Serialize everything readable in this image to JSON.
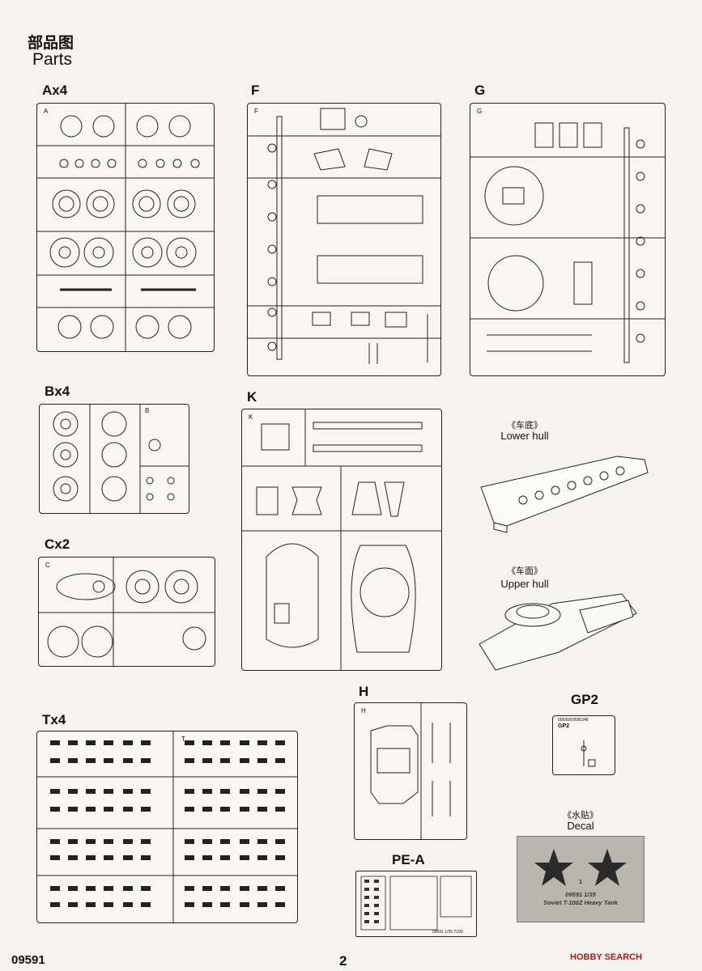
{
  "header": {
    "title_cn": "部品图",
    "title_en": "Parts"
  },
  "sprues": {
    "A": {
      "label": "Ax4",
      "tag": "A"
    },
    "F": {
      "label": "F",
      "tag": "F"
    },
    "G": {
      "label": "G",
      "tag": "G"
    },
    "B": {
      "label": "Bx4",
      "tag": "B"
    },
    "K": {
      "label": "K",
      "tag": "K"
    },
    "C": {
      "label": "Cx2",
      "tag": "C"
    },
    "H": {
      "label": "H",
      "tag": "H"
    },
    "GP2": {
      "label": "GP2",
      "tag": "GP2",
      "code": "09590/09595348"
    },
    "T": {
      "label": "Tx4",
      "tag": "T"
    },
    "PE": {
      "label": "PE-A",
      "code": "09591  1/35  T100"
    }
  },
  "hull": {
    "lower_cn": "《车底》",
    "lower_en": "Lower hull",
    "upper_cn": "《车面》",
    "upper_en": "Upper hull"
  },
  "decal": {
    "title_cn": "《水贴》",
    "title_en": "Decal",
    "number": "1",
    "line1": "09591 1/35",
    "line2": "Soviet T-100Z Heavy Tank"
  },
  "footer": {
    "product_code": "09591",
    "page": "2",
    "watermark": "HOBBY SEARCH"
  }
}
